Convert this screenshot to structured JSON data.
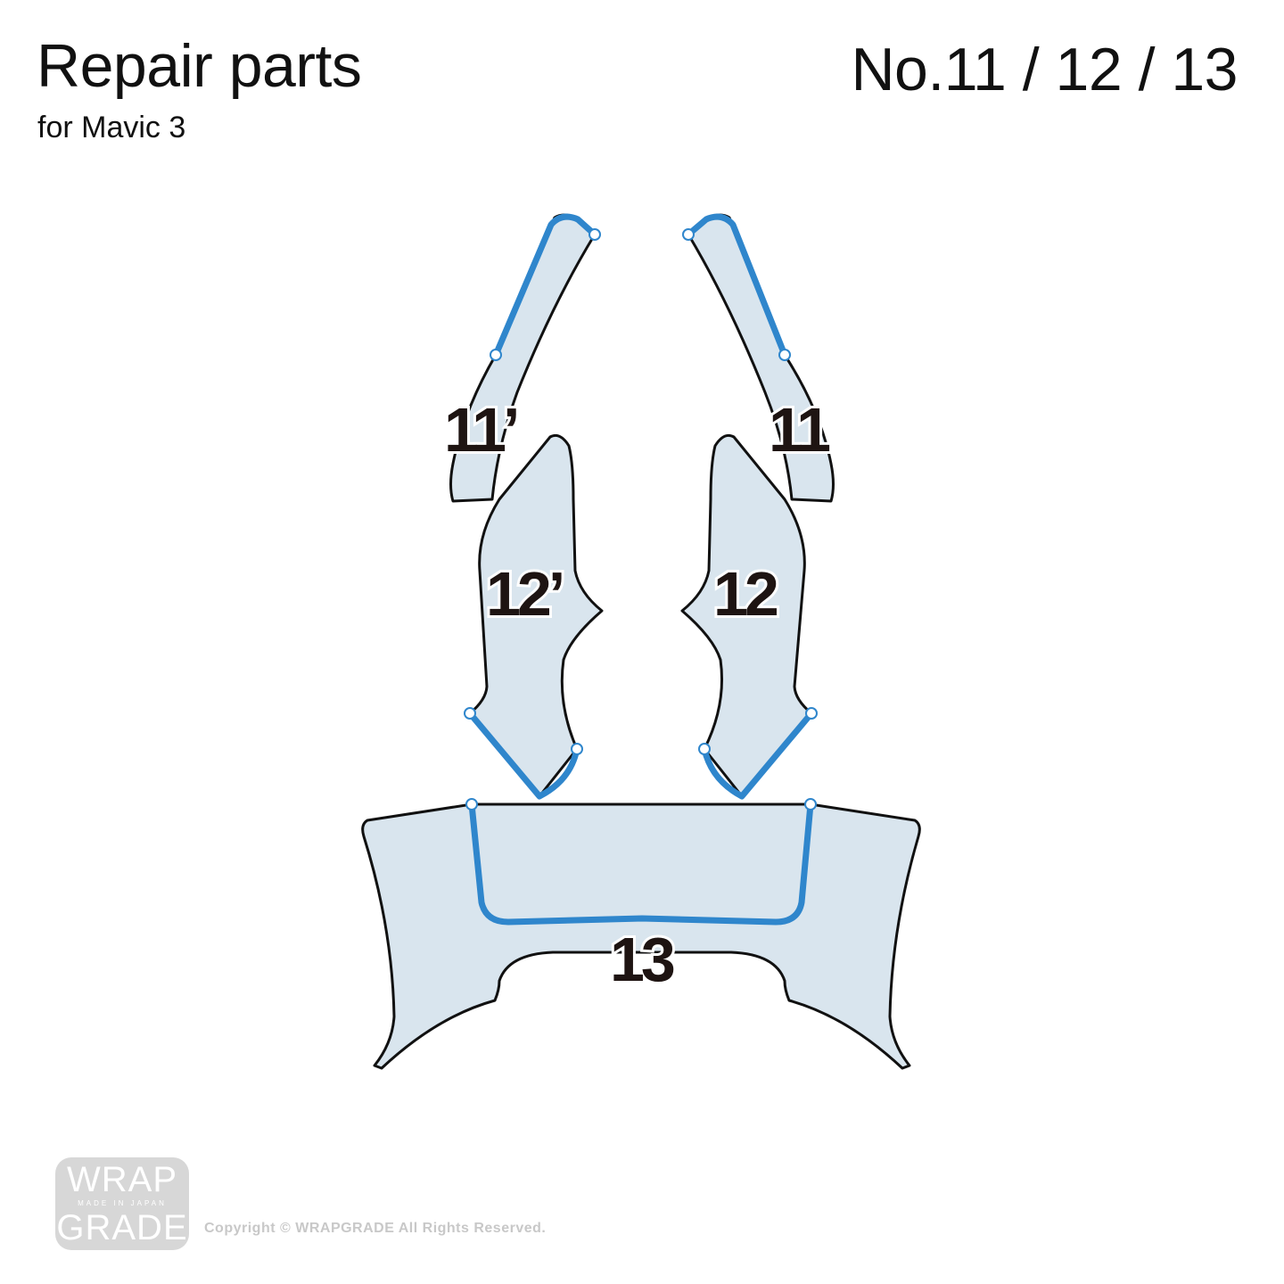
{
  "header": {
    "title": "Repair parts",
    "subtitle": "for Mavic 3",
    "part_numbers": "No.11 / 12 / 13"
  },
  "colors": {
    "part_fill": "#d9e5ee",
    "outline": "#111111",
    "edge_highlight": "#2f86cc",
    "label_text": "#1e1412"
  },
  "parts": [
    {
      "id": "11-prime",
      "label": "11’"
    },
    {
      "id": "11",
      "label": "11"
    },
    {
      "id": "12-prime",
      "label": "12’"
    },
    {
      "id": "12",
      "label": "12"
    },
    {
      "id": "13",
      "label": "13"
    }
  ],
  "footer": {
    "logo_top": "WRAP",
    "logo_middle": "MADE IN JAPAN",
    "logo_bottom": "GRADE",
    "copyright": "Copyright © WRAPGRADE All Rights Reserved."
  }
}
